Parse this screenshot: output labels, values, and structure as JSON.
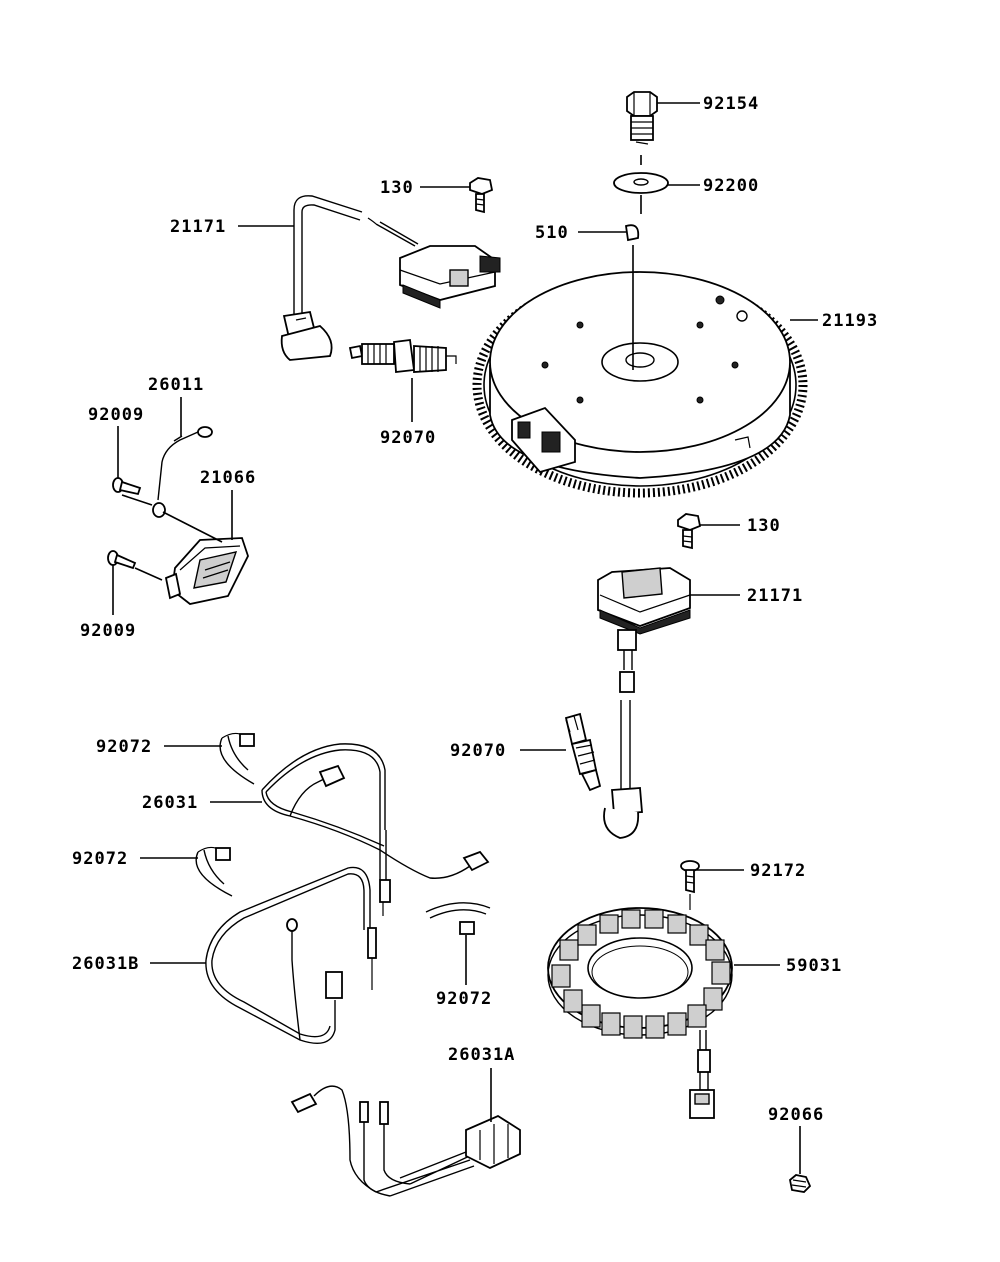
{
  "labels": {
    "l92154": "92154",
    "l92200": "92200",
    "l130a": "130",
    "l510": "510",
    "l21171a": "21171",
    "l21193": "21193",
    "l26011": "26011",
    "l92009a": "92009",
    "l21066": "21066",
    "l92070a": "92070",
    "l92009b": "92009",
    "l130b": "130",
    "l21171b": "21171",
    "l92072a": "92072",
    "l26031": "26031",
    "l92070b": "92070",
    "l92072b": "92072",
    "l92172": "92172",
    "l26031B": "26031B",
    "l59031": "59031",
    "l92072c": "92072",
    "l26031A": "26031A",
    "l92066": "92066"
  }
}
